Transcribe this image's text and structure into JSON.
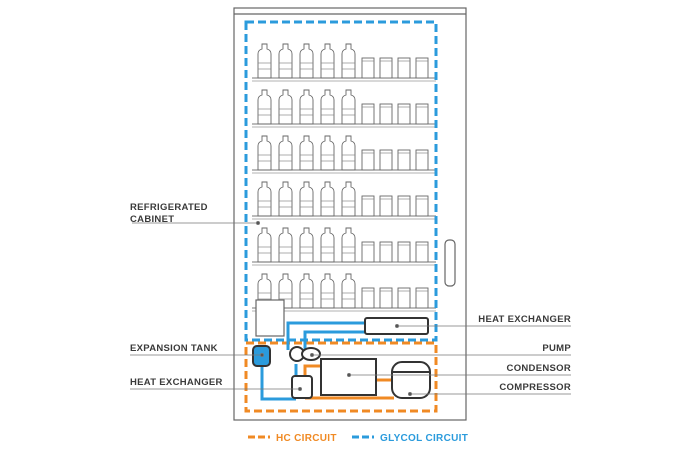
{
  "labels": {
    "refrigerated_cabinet_line1": "REFRIGERATED",
    "refrigerated_cabinet_line2": "CABINET",
    "expansion_tank": "EXPANSION TANK",
    "heat_exchanger_left": "HEAT EXCHANGER",
    "heat_exchanger_right": "HEAT EXCHANGER",
    "pump": "PUMP",
    "condensor": "CONDENSOR",
    "compressor": "COMPRESSOR"
  },
  "legend": {
    "hc_circuit": "HC CIRCUIT",
    "glycol_circuit": "GLYCOL CIRCUIT"
  },
  "colors": {
    "hc_circuit": "#f08a24",
    "glycol_circuit": "#2b9bdc",
    "outline": "#555555",
    "label_text": "#3a3a3a"
  },
  "shelves": {
    "count": 6,
    "bottles_per_shelf": 5,
    "cans_per_shelf": 4
  }
}
